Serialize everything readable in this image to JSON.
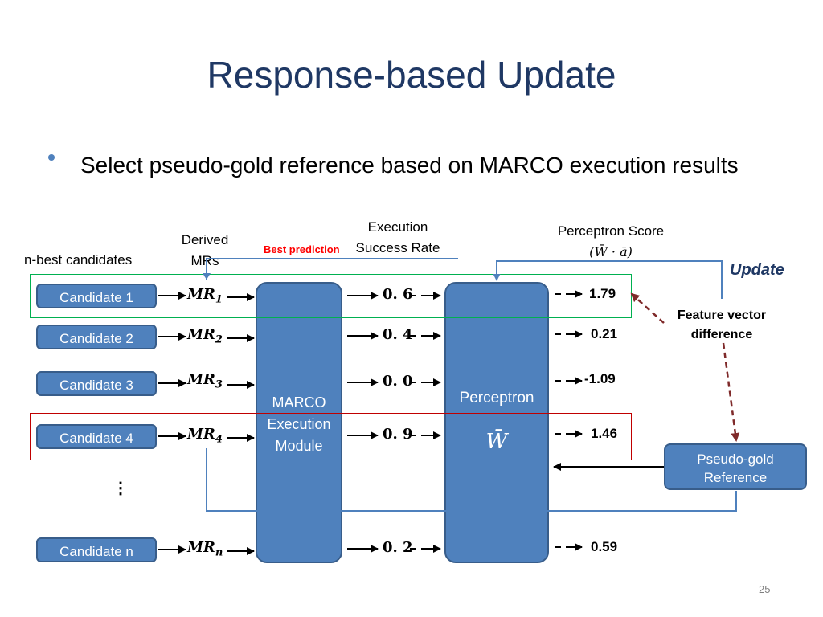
{
  "slide": {
    "title": "Response-based Update",
    "bullet": "Select pseudo-gold reference based on MARCO execution results",
    "page_number": "25"
  },
  "headers": {
    "nbest": "n-best candidates",
    "derived_mrs": "Derived MRs",
    "best_prediction": "Best prediction",
    "exec_success": "Execution Success Rate",
    "perceptron_score": "Perceptron Score",
    "perceptron_score_formula": "(W̄ · ā)",
    "update": "Update",
    "feature_vector": "Feature vector difference"
  },
  "rows": [
    {
      "candidate": "Candidate 1",
      "mr": "MR",
      "mr_sub": "1",
      "rate": "0. 6",
      "score": "1.79"
    },
    {
      "candidate": "Candidate 2",
      "mr": "MR",
      "mr_sub": "2",
      "rate": "0. 4",
      "score": "0.21"
    },
    {
      "candidate": "Candidate 3",
      "mr": "MR",
      "mr_sub": "3",
      "rate": "0. 0",
      "score": "-1.09"
    },
    {
      "candidate": "Candidate 4",
      "mr": "MR",
      "mr_sub": "4",
      "rate": "0. 9",
      "score": "1.46"
    },
    {
      "candidate": "Candidate n",
      "mr": "MR",
      "mr_sub": "n",
      "rate": "0. 2",
      "score": "0.59"
    }
  ],
  "ellipsis": "⋮",
  "modules": {
    "marco": "MARCO Execution Module",
    "perceptron": "Perceptron",
    "perceptron_symbol": "W̄",
    "pseudo_gold": "Pseudo-gold Reference"
  },
  "colors": {
    "title": "#1f3864",
    "module_fill": "#4f81bd",
    "module_border": "#385d8a",
    "best_box": "#00b050",
    "gold_box": "#c00000",
    "best_prediction_text": "#ff0000",
    "update_text": "#1f3864",
    "dashed_arrow": "#7f2a2a",
    "connector": "#4f81bd"
  }
}
